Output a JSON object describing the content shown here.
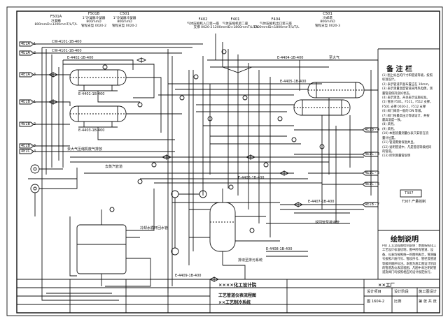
{
  "equipment": [
    {
      "tag": "F501A",
      "name": "冷凝器",
      "spec": "800mmD×3200mmT/L/T/L",
      "extra": ""
    },
    {
      "tag": "F501B",
      "name": "1\"冷凝器冷凝器",
      "spec": "800mmD",
      "extra": "管程支型 0020-2"
    },
    {
      "tag": "C501",
      "name": "1\"冷凝器冷凝器",
      "spec": "800mmD",
      "extra": "管程支型 0020-2"
    },
    {
      "tag": "F402",
      "name": "气体压缩机入口第一座",
      "spec": "支撑 0020-2",
      "extra": ""
    },
    {
      "tag": "F401",
      "name": "气体压缩机第二座",
      "spec": "1200mmID×1800mmT/L/T/L",
      "extra": ""
    },
    {
      "tag": "F404",
      "name": "气体压缩机出口第三座",
      "spec": "1200mmID×1800mmT/L/T/L",
      "extra": ""
    },
    {
      "tag": "C501",
      "name": "冷却塔",
      "spec": "800mmD",
      "extra": "管程支型 0020-3"
    }
  ],
  "left_streams": [
    {
      "label": "4E1A - 1"
    },
    {
      "label": "4E1A - 2"
    },
    {
      "label": "4E1A - 3"
    },
    {
      "label": "4E1B - 1"
    },
    {
      "label": "4E1B - 2"
    },
    {
      "label": "4E1B - 3"
    },
    {
      "label": "4E1C - 4"
    }
  ],
  "right_streams": [
    {
      "label": "4E1B - 4"
    },
    {
      "label": "4E1C - 4"
    },
    {
      "label": "4E1C - 5"
    },
    {
      "label": "4E1C - 6"
    },
    {
      "label": "4E1B - 7"
    }
  ],
  "notes": {
    "heading": "备 注 栏",
    "items": [
      "(1) 图上标出的尺寸和管道等级，按照",
      "    标准设计。",
      "(2) 表示管道平面布置应在 10mm。",
      "(3) 表示测量温度管道采用热电偶，测",
      "    量管道保持良好状态。",
      "(4) 表示测温，开关表示设施标准。",
      "(5) 管道 F501，F511，F512 支撑，",
      "    F501 支撑 0020-2，F512 支撑",
      "(6) 阀门阀前一般的 DN 等级。",
      "(7) 阀门按最高压力等级设计，并按",
      "    最高温度一致。",
      "(8) 采用。",
      "(9) 采用。",
      "(10) 本图流量测量仪表只安装在流",
      "     量计位置。",
      "(11) 管道需要保温并且。",
      "(12) 说明管道中，凡是管道等级相同",
      "     的管道。",
      "(13) 控制测量管说明"
    ],
    "legend_mark": "T307",
    "legend_text": "T307 产量控制"
  },
  "drawing_notes": {
    "heading": "绘制说明",
    "body": "PID 工艺流程图绘制说明：本图按照化工工艺设计标准绘制，图中所有管道、设备、仪表均按照统一的图例表示，管道编号按照介质代号、管段序号、管径及管道等级的顺序标注。本图为施工图设计阶段的管道及仪表流程图，凡图中未注明的管道及阀门均按照相应的设计规定执行。"
  },
  "title_block": {
    "institute": "××××化工设计院",
    "project": "××工厂",
    "drawing_title_1": "工艺管道仪表流程图",
    "drawing_title_2": "××工艺制冷系统",
    "col_1": "设计项目",
    "col_2": "设计阶段",
    "col_3": "施工图设计",
    "drawing_no": "图 1604-2",
    "scale": "比例",
    "sheet": "第 张 共 张"
  },
  "line_labels": [
    {
      "text": "CW-4101-1B-400"
    },
    {
      "text": "CW-4101-1B-400"
    },
    {
      "text": "E-4402-1B-400"
    },
    {
      "text": "E-4401-1B-400"
    },
    {
      "text": "E-4403-1B-400"
    },
    {
      "text": "E-4404-1B-400"
    },
    {
      "text": "E-4405-1B-400"
    },
    {
      "text": "E-4406-1B-400"
    },
    {
      "text": "E-4407-1B-400"
    },
    {
      "text": "E-4408-1B-400"
    },
    {
      "text": "E-4409-1B-400"
    }
  ],
  "misc_labels": {
    "atm": "去大气压缩机废气排放",
    "steam": "去蒸汽管道",
    "cool": "冷却水循环回水管",
    "drain": "排液至排污系统",
    "vent": "至大气",
    "return": "返回管至排液管"
  }
}
